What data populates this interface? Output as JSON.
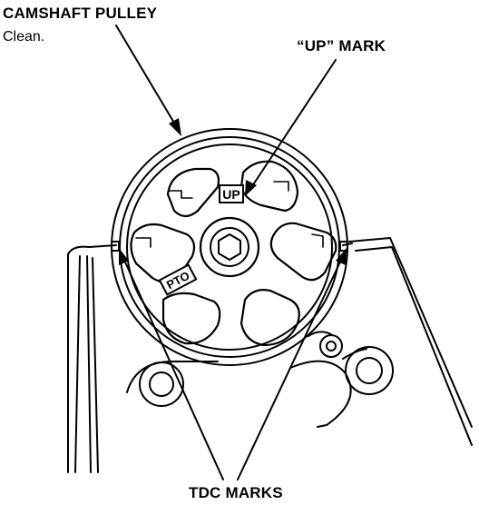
{
  "labels": {
    "camshaft_pulley": "CAMSHAFT PULLEY",
    "clean": "Clean.",
    "up_mark": "“UP” MARK",
    "tdc_marks": "TDC MARKS"
  },
  "pulley_marks": {
    "up": "UP",
    "pto": "PTO"
  },
  "colors": {
    "ink": "#000000",
    "paper": "#ffffff"
  }
}
